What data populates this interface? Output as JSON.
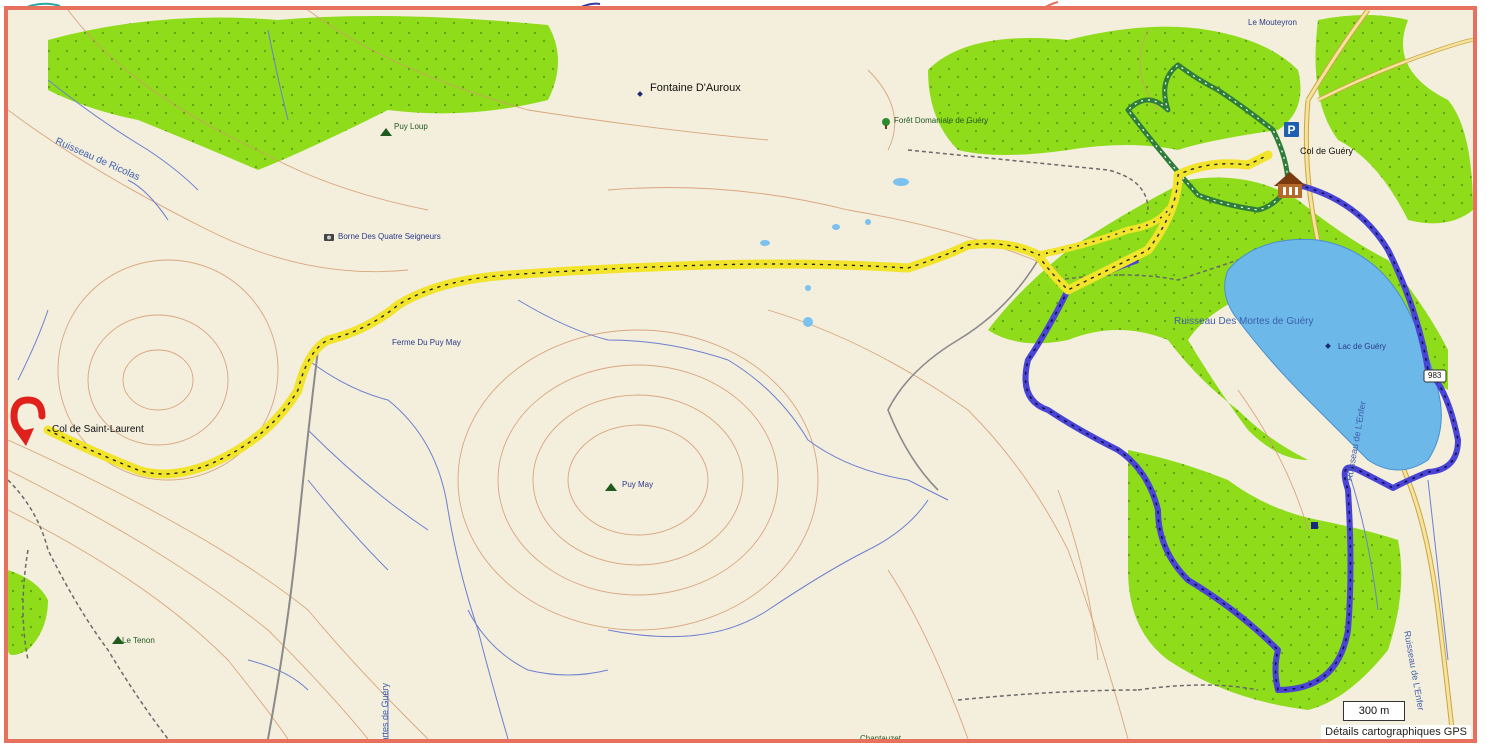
{
  "map": {
    "labels": {
      "fontaine": "Fontaine D'Auroux",
      "le_mouteyron": "Le Mouteyron",
      "puy_loup": "Puy Loup",
      "ruisseau_ricolas": "Ruisseau de Ricolas",
      "foret": "Forêt Domaniale de Guéry",
      "col_guery": "Col de Guéry",
      "borne": "Borne Des Quatre Seigneurs",
      "ferme_puy_may": "Ferme Du Puy May",
      "ruisseau_mortes": "Ruisseau Des Mortes de Guéry",
      "lac_guery": "Lac de Guéry",
      "col_saint_laurent": "Col de Saint-Laurent",
      "puy_may": "Puy May",
      "ruisseau_enfer": "Ruisseau de L'Enfer",
      "ruisseau_enfer_2": "Ruisseau de L'Enfer",
      "le_tenon": "Le Tenon",
      "mortes_guery": "Mortes de Guéry",
      "chantauzet": "Chantauzet",
      "road_shield": "983"
    },
    "scale_label": "300 m",
    "attribution": "Détails cartographiques GPS",
    "colors": {
      "frame": "#e8715d",
      "background": "#f4eedc",
      "forest": "#8edc1a",
      "lake": "#6cb8e8",
      "track_yellow": "#f2e42a",
      "track_blue": "#4a44d6",
      "track_green": "#2e7d3a",
      "contour": "#d49a6e",
      "stream": "#6d7fd0"
    },
    "icons": [
      "parking-icon",
      "chalet-icon",
      "u-turn-arrow-icon",
      "summit-icon",
      "camera-icon",
      "tree-icon",
      "waypoint-icon"
    ]
  }
}
